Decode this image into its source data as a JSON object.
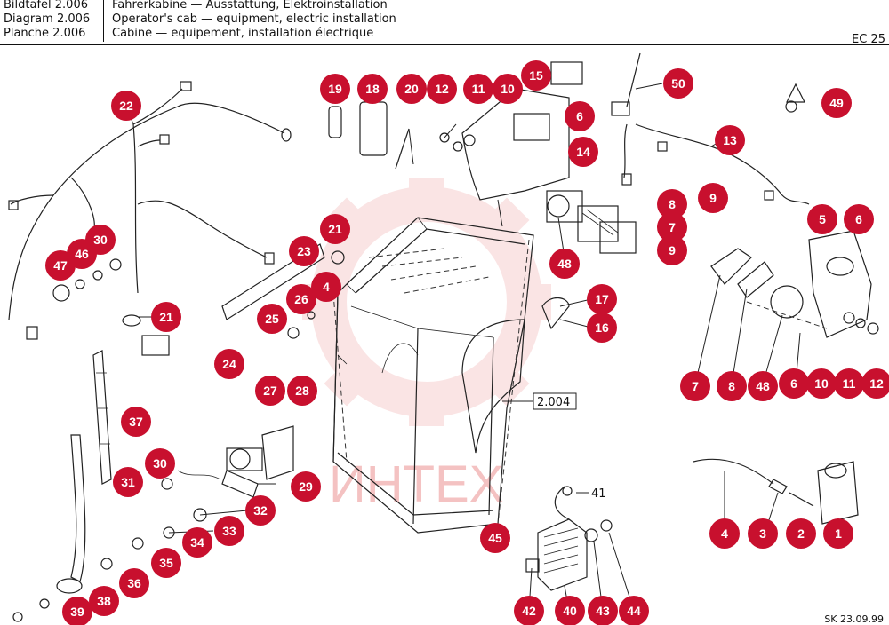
{
  "header": {
    "rows": [
      {
        "label": "Bildtafel 2.006",
        "desc": "Fahrerkabine — Ausstattung, Elektroinstallation"
      },
      {
        "label": "Diagram 2.006",
        "desc": "Operator's cab — equipment, electric installation"
      },
      {
        "label": "Planche 2.006",
        "desc": "Cabine — equipement, installation électrique"
      }
    ],
    "model": "EC 25"
  },
  "footer": {
    "code": "SK 23.09.99"
  },
  "watermark": "ИНТЕХ",
  "ref_box": "2.004",
  "plain_label": "41",
  "callouts": [
    "19",
    "18",
    "20",
    "12",
    "11",
    "10",
    "15",
    "6",
    "50",
    "49",
    "22",
    "14",
    "13",
    "21",
    "23",
    "8",
    "9",
    "7",
    "5",
    "6",
    "30",
    "46",
    "47",
    "26",
    "4",
    "17",
    "25",
    "16",
    "21",
    "48",
    "9",
    "7",
    "8",
    "48",
    "6",
    "10",
    "11",
    "12",
    "24",
    "27",
    "28",
    "37",
    "30",
    "29",
    "31",
    "32",
    "33",
    "34",
    "35",
    "36",
    "38",
    "39",
    "4",
    "3",
    "2",
    "1",
    "45",
    "42",
    "40",
    "43",
    "44"
  ],
  "colors": {
    "callout": "#c8102e",
    "line": "#222222",
    "watermark": "#f6c9c9"
  }
}
